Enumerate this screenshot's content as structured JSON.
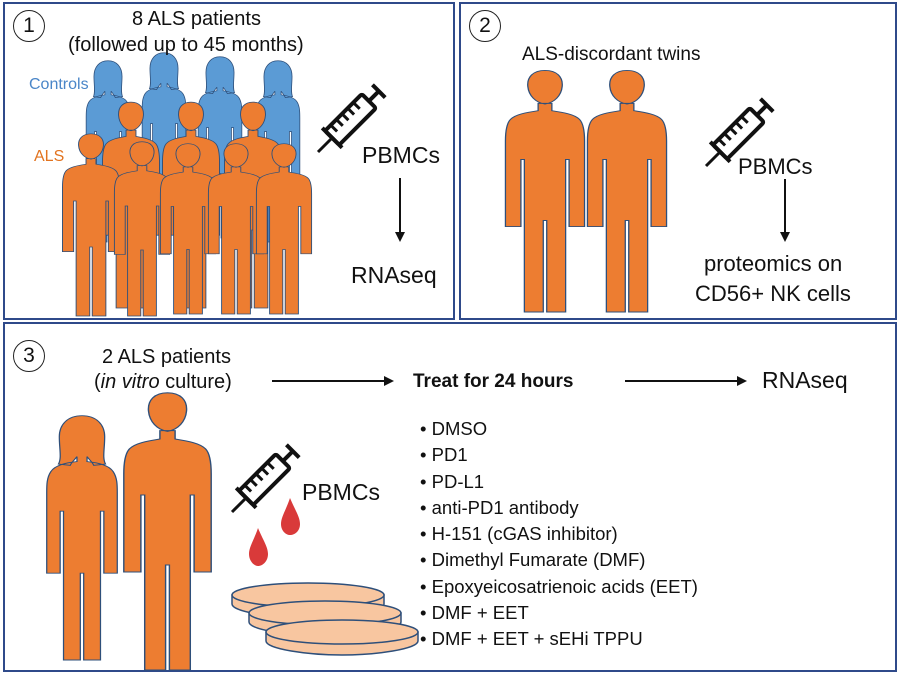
{
  "panel1": {
    "number": "1",
    "title_line1": "8 ALS patients",
    "title_line2": "(followed up to 45 months)",
    "label_controls": "Controls",
    "label_als": "ALS",
    "sample": "PBMCs",
    "assay": "RNAseq"
  },
  "panel2": {
    "number": "2",
    "title": "ALS-discordant twins",
    "sample": "PBMCs",
    "assay_line1": "proteomics on",
    "assay_line2": "CD56+ NK cells"
  },
  "panel3": {
    "number": "3",
    "title_line1": "2 ALS patients",
    "title_italic": "in vitro",
    "title_rest": " culture)",
    "title_open": "(",
    "step": "Treat for 24 hours",
    "assay": "RNAseq",
    "sample": "PBMCs",
    "treatments": [
      "DMSO",
      "PD1",
      "PD-L1",
      "anti-PD1 antibody",
      "H-151 (cGAS inhibitor)",
      "Dimethyl Fumarate (DMF)",
      "Epoxyeicosatrienoic acids (EET)",
      "DMF + EET",
      "DMF + EET + sEHi TPPU"
    ]
  },
  "colors": {
    "als_orange": "#ed7d31",
    "control_blue": "#5b9bd5",
    "outline": "#2e4f7a",
    "blood_red": "#d93a3a",
    "dish": "#f8c6a0",
    "border": "#2f4a8a"
  }
}
